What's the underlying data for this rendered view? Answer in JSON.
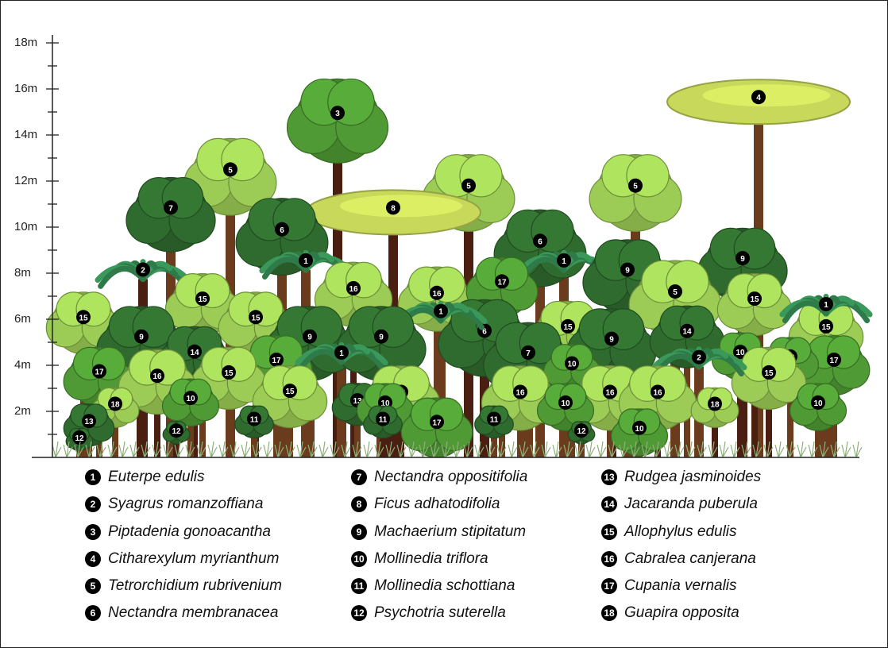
{
  "y_axis": {
    "ticks": [
      "18m",
      "16m",
      "14m",
      "12m",
      "10m",
      "8m",
      "6m",
      "4m",
      "2m"
    ],
    "tick_values": [
      18,
      16,
      14,
      12,
      10,
      8,
      6,
      4,
      2
    ],
    "max": 18
  },
  "colors": {
    "dark_green": "#2f6b2e",
    "mid_green": "#4f9a34",
    "light_green": "#9ccc55",
    "yellow_green": "#c8d85a",
    "palm_green": "#2e7a48",
    "trunk": "#6b3b1e",
    "dark_trunk": "#4a1f12",
    "badge": "#000000"
  },
  "species": [
    {
      "num": "1",
      "name": "Euterpe edulis"
    },
    {
      "num": "2",
      "name": "Syagrus romanzoffiana"
    },
    {
      "num": "3",
      "name": "Piptadenia gonoacantha"
    },
    {
      "num": "4",
      "name": "Citharexylum myrianthum"
    },
    {
      "num": "5",
      "name": "Tetrorchidium rubrivenium"
    },
    {
      "num": "6",
      "name": "Nectandra membranacea"
    },
    {
      "num": "7",
      "name": "Nectandra oppositifolia"
    },
    {
      "num": "8",
      "name": "Ficus adhatodifolia"
    },
    {
      "num": "9",
      "name": "Machaerium stipitatum"
    },
    {
      "num": "10",
      "name": "Mollinedia triflora"
    },
    {
      "num": "11",
      "name": "Mollinedia schottiana"
    },
    {
      "num": "12",
      "name": "Psychotria suterella"
    },
    {
      "num": "13",
      "name": "Rudgea jasminoides"
    },
    {
      "num": "14",
      "name": "Jacaranda puberula"
    },
    {
      "num": "15",
      "name": "Allophylus edulis"
    },
    {
      "num": "16",
      "name": "Cabralea canjerana"
    },
    {
      "num": "17",
      "name": "Cupania vernalis"
    },
    {
      "num": "18",
      "name": "Guapira opposita"
    }
  ],
  "trees": [
    {
      "num": "3",
      "height": 16.6
    },
    {
      "num": "4",
      "height": 16.2
    },
    {
      "num": "5",
      "height": 14.0
    },
    {
      "num": "5",
      "height": 13.3
    },
    {
      "num": "5",
      "height": 13.3
    },
    {
      "num": "7",
      "height": 12.3
    },
    {
      "num": "8",
      "height": 11.4
    },
    {
      "num": "6",
      "height": 11.4
    },
    {
      "num": "6",
      "height": 10.9
    },
    {
      "num": "9",
      "height": 10.1
    },
    {
      "num": "1",
      "height": 8.9
    },
    {
      "num": "1",
      "height": 8.9
    },
    {
      "num": "2",
      "height": 8.5
    },
    {
      "num": "9",
      "height": 9.6
    },
    {
      "num": "5",
      "height": 8.7
    },
    {
      "num": "16",
      "height": 8.6
    },
    {
      "num": "16",
      "height": 8.4
    },
    {
      "num": "15",
      "height": 8.1
    },
    {
      "num": "15",
      "height": 8.1
    },
    {
      "num": "17",
      "height": 8.8
    },
    {
      "num": "15",
      "height": 7.3
    },
    {
      "num": "15",
      "height": 7.3
    },
    {
      "num": "15",
      "height": 6.9
    },
    {
      "num": "15",
      "height": 6.9
    },
    {
      "num": "6",
      "height": 7.0
    },
    {
      "num": "1",
      "height": 6.7
    },
    {
      "num": "1",
      "height": 7.0
    },
    {
      "num": "9",
      "height": 6.7
    },
    {
      "num": "9",
      "height": 6.7
    },
    {
      "num": "9",
      "height": 6.7
    },
    {
      "num": "9",
      "height": 6.6
    },
    {
      "num": "14",
      "height": 6.7
    },
    {
      "num": "7",
      "height": 6.0
    },
    {
      "num": "14",
      "height": 5.8
    },
    {
      "num": "17",
      "height": 5.4
    },
    {
      "num": "17",
      "height": 5.4
    },
    {
      "num": "10",
      "height": 5.5
    },
    {
      "num": "10",
      "height": 5.3
    },
    {
      "num": "15",
      "height": 4.9
    },
    {
      "num": "15",
      "height": 4.9
    },
    {
      "num": "10",
      "height": 5.0
    },
    {
      "num": "17",
      "height": 4.9
    },
    {
      "num": "16",
      "height": 4.8
    },
    {
      "num": "1",
      "height": 4.9
    },
    {
      "num": "2",
      "height": 4.7
    },
    {
      "num": "16",
      "height": 4.1
    },
    {
      "num": "16",
      "height": 4.1
    },
    {
      "num": "16",
      "height": 4.1
    },
    {
      "num": "16",
      "height": 4.1
    },
    {
      "num": "15",
      "height": 4.1
    },
    {
      "num": "13",
      "height": 3.3
    },
    {
      "num": "18",
      "height": 3.1
    },
    {
      "num": "18",
      "height": 3.1
    },
    {
      "num": "10",
      "height": 3.5
    },
    {
      "num": "10",
      "height": 3.3
    },
    {
      "num": "10",
      "height": 3.3
    },
    {
      "num": "10",
      "height": 3.3
    },
    {
      "num": "17",
      "height": 2.7
    },
    {
      "num": "11",
      "height": 2.3
    },
    {
      "num": "11",
      "height": 2.3
    },
    {
      "num": "11",
      "height": 2.3
    },
    {
      "num": "10",
      "height": 2.2
    },
    {
      "num": "13",
      "height": 2.4
    },
    {
      "num": "12",
      "height": 1.6
    },
    {
      "num": "12",
      "height": 1.6
    },
    {
      "num": "12",
      "height": 1.3
    }
  ]
}
